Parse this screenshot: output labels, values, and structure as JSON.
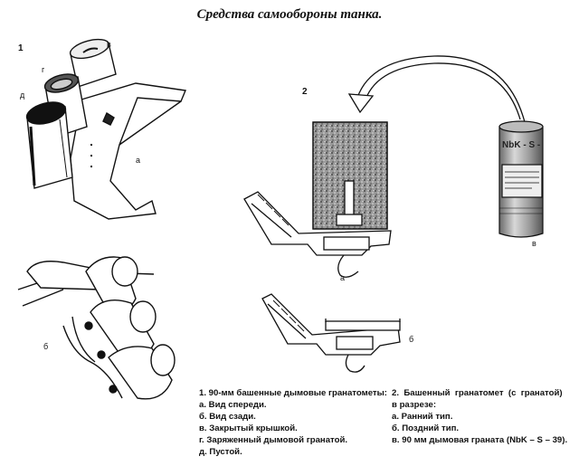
{
  "title": "Средства самообороны танка.",
  "figure_labels": {
    "fig1_number": "1",
    "fig1_v": "в",
    "fig1_g": "г",
    "fig1_d": "д",
    "fig1_a": "а",
    "fig1_b": "б",
    "fig2_number": "2",
    "fig2_a": "а",
    "fig2_b": "б",
    "fig2_v": "в",
    "can_text": "NbK - S - 39"
  },
  "caption_left": {
    "heading": "1. 90-мм башенные дымовые гранатометы:",
    "items": [
      "а. Вид спереди.",
      "б. Вид сзади.",
      "в. Закрытый крышкой.",
      "г. Заряженный дымовой гранатой.",
      "д. Пустой."
    ]
  },
  "caption_right": {
    "heading_line1": "2.  Башенный  гранатомет  (с  гранатой)",
    "heading_line2": "в разрезе:",
    "items": [
      "а. Ранний тип.",
      "б. Поздний тип.",
      "в. 90 мм дымовая граната (NbK – S – 39)."
    ]
  }
}
